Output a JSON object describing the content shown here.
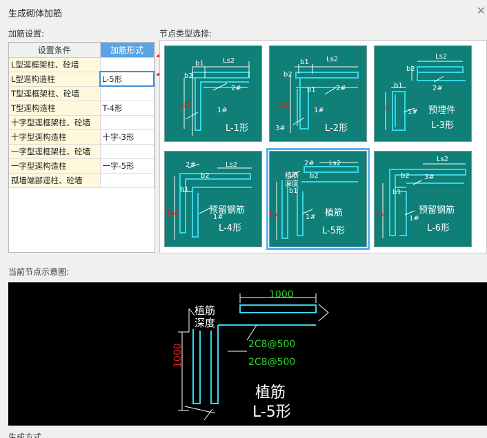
{
  "window": {
    "title": "生成砌体加筋"
  },
  "left": {
    "section_label": "加筋设置:",
    "headers": {
      "condition": "设置条件",
      "form": "加筋形式"
    },
    "rows": [
      {
        "condition": "L型逕框架柱、砼墙",
        "form": ""
      },
      {
        "condition": "L型逕构造柱",
        "form": "L-5形"
      },
      {
        "condition": "T型逕框架柱、砼墙",
        "form": ""
      },
      {
        "condition": "T型逕构造柱",
        "form": "T-4形"
      },
      {
        "condition": "十字型逕框架柱、砼墙",
        "form": ""
      },
      {
        "condition": "十字型逕构造柱",
        "form": "十字-3形"
      },
      {
        "condition": "一字型逕框架柱、砼墙",
        "form": ""
      },
      {
        "condition": "一字型逕构造柱",
        "form": "一字-5形"
      },
      {
        "condition": "孤墙端部逕柱、砼墙",
        "form": ""
      }
    ]
  },
  "nodes": {
    "section_label": "节点类型选择:",
    "tiles": [
      {
        "lines": [
          "L-1形"
        ],
        "selected": false
      },
      {
        "lines": [
          "L-2形"
        ],
        "selected": false
      },
      {
        "lines": [
          "预埋件",
          "L-3形"
        ],
        "selected": false
      },
      {
        "lines": [
          "预留钢筋",
          "L-4形"
        ],
        "selected": false
      },
      {
        "lines": [
          "植筋",
          "L-5形"
        ],
        "selected": true
      },
      {
        "lines": [
          "预留钢筋",
          "L-6形"
        ],
        "selected": false
      }
    ],
    "dims": {
      "b1": "b1",
      "b2": "b2",
      "ls2": "Ls2",
      "ls1": "Ls1",
      "bar1": "1#",
      "bar2": "2#",
      "bar3": "3#",
      "planting": "植筋",
      "depth": "深度"
    }
  },
  "preview": {
    "section_label": "当前节点示意图:",
    "dim_top": "1000",
    "dim_left": "1000",
    "annotation_line1": "植筋",
    "annotation_line2": "深度",
    "bar_label_1": "2C8@500",
    "bar_label_2": "2C8@500",
    "title_line1": "植筋",
    "title_line2": "L-5形"
  },
  "bottom": {
    "section_label": "生成方式"
  },
  "colors": {
    "tile_bg": "#0f7f78",
    "rebar": "#34d6e8",
    "header_blue": "#5aa4e6",
    "dim_green": "#2bd42b",
    "dim_red": "#e02020"
  }
}
